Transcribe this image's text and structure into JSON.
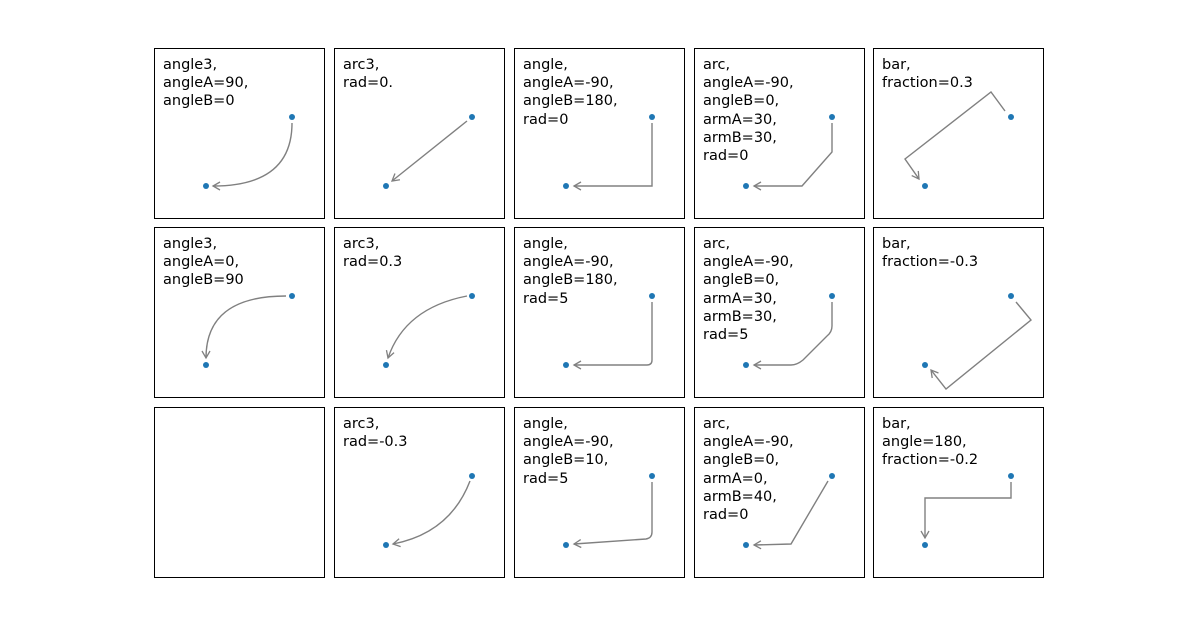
{
  "colors": {
    "point": "#1f77b4",
    "connector": "#808080",
    "frame": "#000000"
  },
  "panels": [
    {
      "label": "angle3,\nangleA=90,\nangleB=0",
      "connectionstyle": "angle3"
    },
    {
      "label": "arc3,\nrad=0.",
      "connectionstyle": "arc3"
    },
    {
      "label": "angle,\nangleA=-90,\nangleB=180,\nrad=0",
      "connectionstyle": "angle"
    },
    {
      "label": "arc,\nangleA=-90,\nangleB=0,\narmA=30,\narmB=30,\nrad=0",
      "connectionstyle": "arc"
    },
    {
      "label": "bar,\nfraction=0.3",
      "connectionstyle": "bar"
    },
    {
      "label": "angle3,\nangleA=0,\nangleB=90",
      "connectionstyle": "angle3"
    },
    {
      "label": "arc3,\nrad=0.3",
      "connectionstyle": "arc3"
    },
    {
      "label": "angle,\nangleA=-90,\nangleB=180,\nrad=5",
      "connectionstyle": "angle"
    },
    {
      "label": "arc,\nangleA=-90,\nangleB=0,\narmA=30,\narmB=30,\nrad=5",
      "connectionstyle": "arc"
    },
    {
      "label": "bar,\nfraction=-0.3",
      "connectionstyle": "bar"
    },
    {
      "label": "",
      "connectionstyle": ""
    },
    {
      "label": "arc3,\nrad=-0.3",
      "connectionstyle": "arc3"
    },
    {
      "label": "angle,\nangleA=-90,\nangleB=10,\nrad=5",
      "connectionstyle": "angle"
    },
    {
      "label": "arc,\nangleA=-90,\nangleB=0,\narmA=0,\narmB=40,\nrad=0",
      "connectionstyle": "arc"
    },
    {
      "label": "bar,\nangle=180,\nfraction=-0.2",
      "connectionstyle": "bar"
    }
  ]
}
